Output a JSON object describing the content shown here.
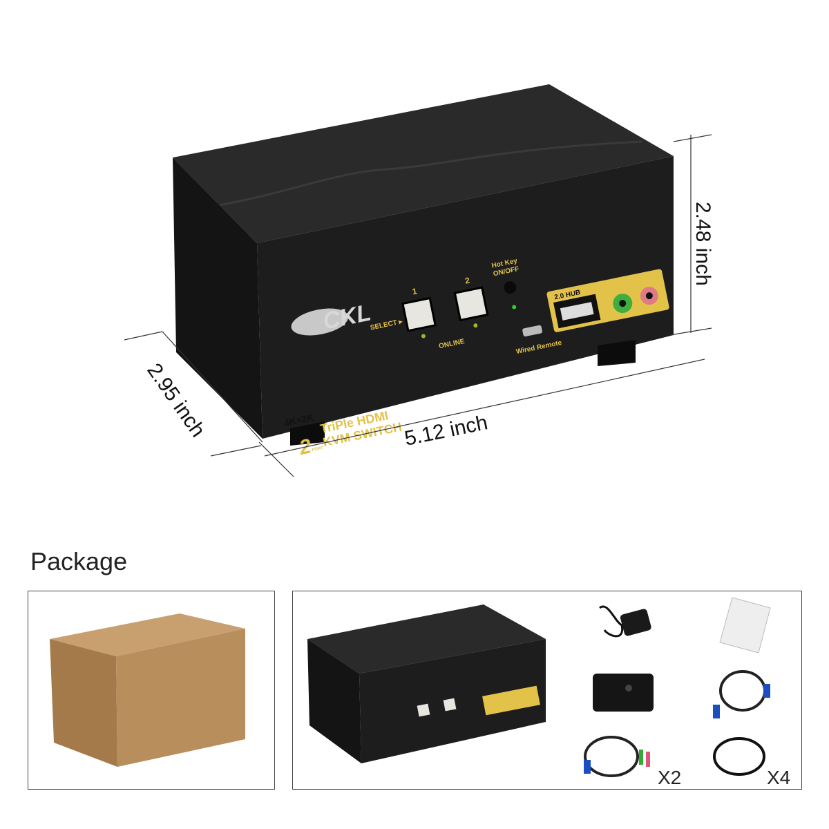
{
  "product": {
    "brand": "CKL",
    "badge": "4K×2K",
    "line1": "TriPle HDMI",
    "line2": "KVM SWITCH",
    "port_count": "2",
    "port_word": "PORT",
    "select_label": "SELECT ▸",
    "button1": "1",
    "button2": "2",
    "online_label": "ONLINE",
    "hotkey_label1": "Hot Key",
    "hotkey_label2": "ON/OFF",
    "hub_label": "2.0 HUB",
    "wired_remote_label": "Wired Remote",
    "body_color": "#1c1c1c",
    "accent_color": "#e3c24a"
  },
  "dimensions": {
    "height": "2.48 inch",
    "width": "5.12 inch",
    "depth": "2.95 inch"
  },
  "package": {
    "title": "Package",
    "items": [
      {
        "name": "retail-box"
      },
      {
        "name": "kvm-switch"
      },
      {
        "name": "power-adapter"
      },
      {
        "name": "user-manual"
      },
      {
        "name": "wired-remote"
      },
      {
        "name": "usb-cable"
      },
      {
        "name": "kvm-cable",
        "qty": "X2"
      },
      {
        "name": "hdmi-cable",
        "qty": "X4"
      }
    ]
  }
}
